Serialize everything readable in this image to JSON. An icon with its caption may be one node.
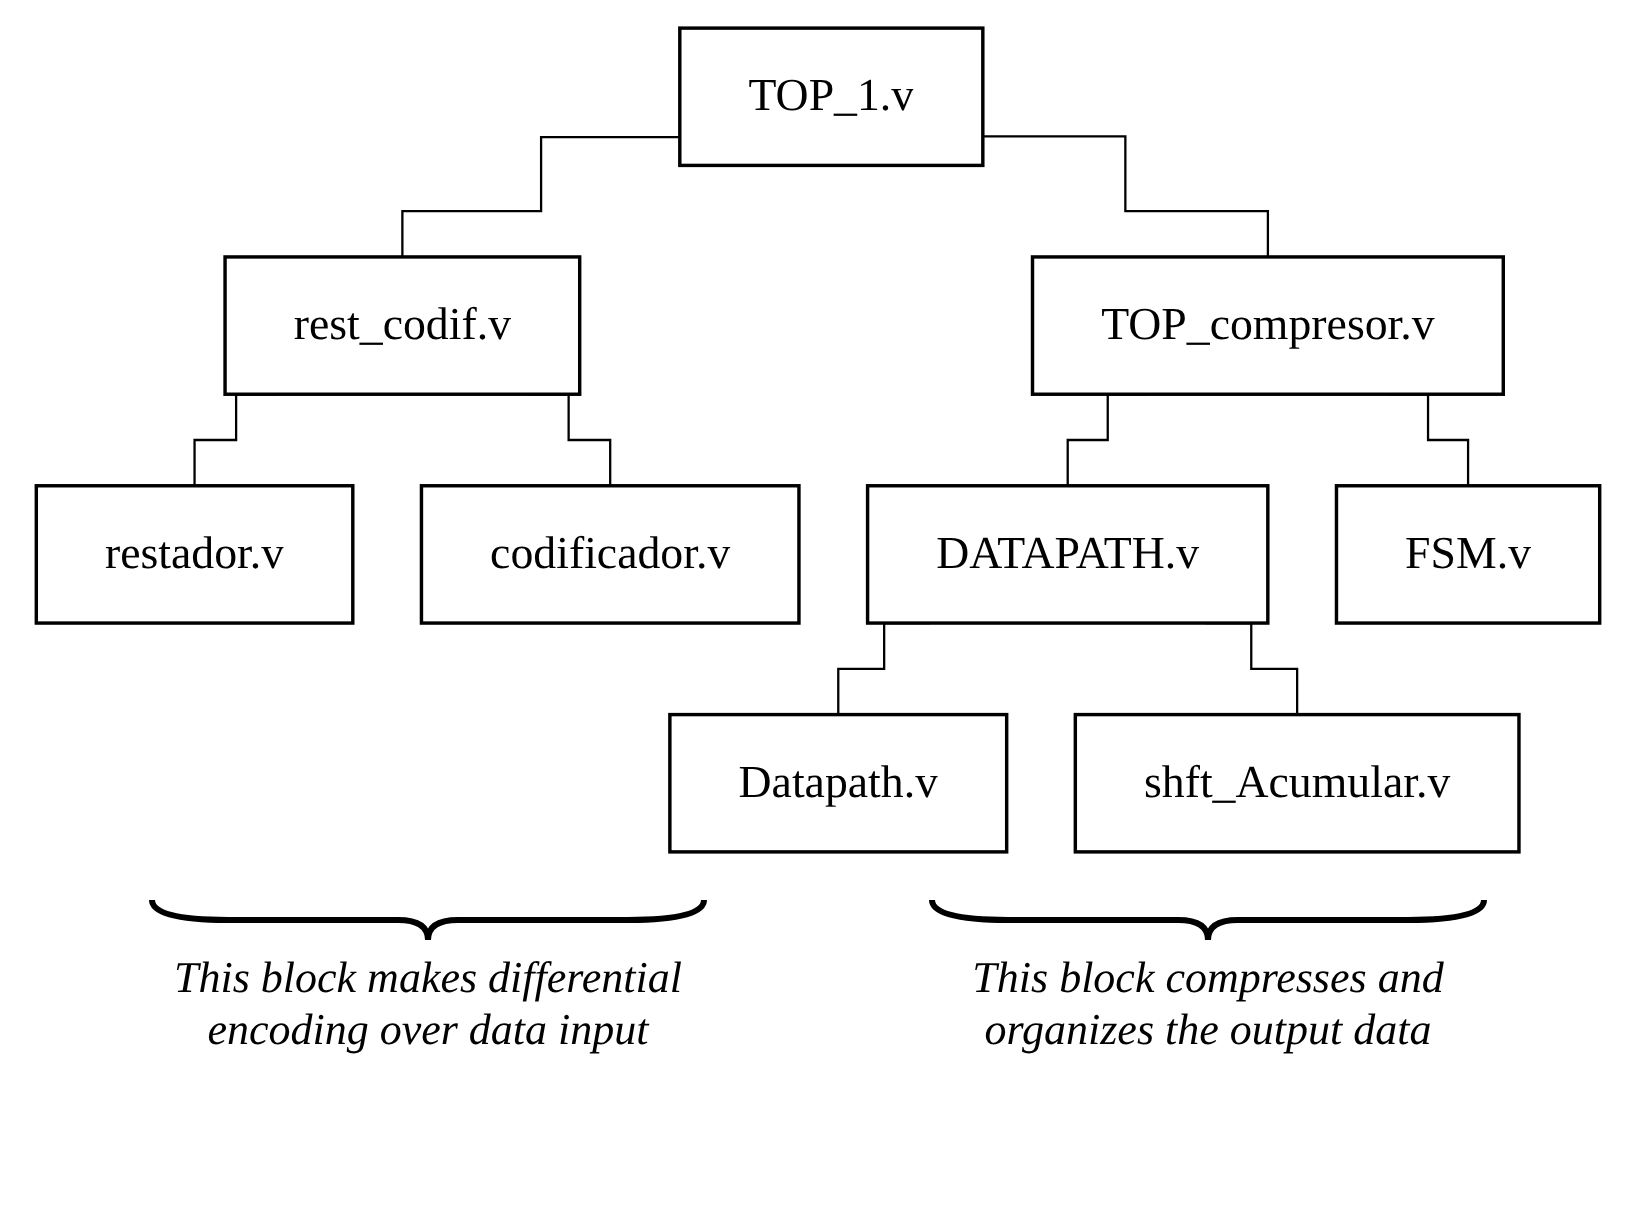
{
  "diagram": {
    "nodes": [
      {
        "text": [
          "TOP_1.v"
        ]
      },
      {
        "text": [
          "rest_codif.v"
        ]
      },
      {
        "text": [
          "restador.v"
        ]
      },
      {
        "text": [
          "codificador.v"
        ]
      },
      {
        "text": [
          "TOP_compresor.v"
        ]
      },
      {
        "text": [
          "DATAPATH.v"
        ]
      },
      {
        "text": [
          "Datapath.v"
        ]
      },
      {
        "text": [
          "shft_Acumular.v"
        ]
      },
      {
        "text": [
          "FSM.v"
        ]
      }
    ],
    "edges": [
      {
        "from": 0,
        "to": 1,
        "arrow": "none"
      },
      {
        "from": 0,
        "to": 4,
        "arrow": "none"
      },
      {
        "from": 1,
        "to": 2,
        "arrow": "none"
      },
      {
        "from": 1,
        "to": 3,
        "arrow": "none"
      },
      {
        "from": 4,
        "to": 5,
        "arrow": "none"
      },
      {
        "from": 5,
        "to": 6,
        "arrow": "none"
      },
      {
        "from": 5,
        "to": 7,
        "arrow": "none"
      },
      {
        "from": 4,
        "to": 8,
        "arrow": "none"
      }
    ],
    "labels": [
      "This block makes differential encoding over data input",
      "This block compresses and organizes the output data"
    ]
  }
}
